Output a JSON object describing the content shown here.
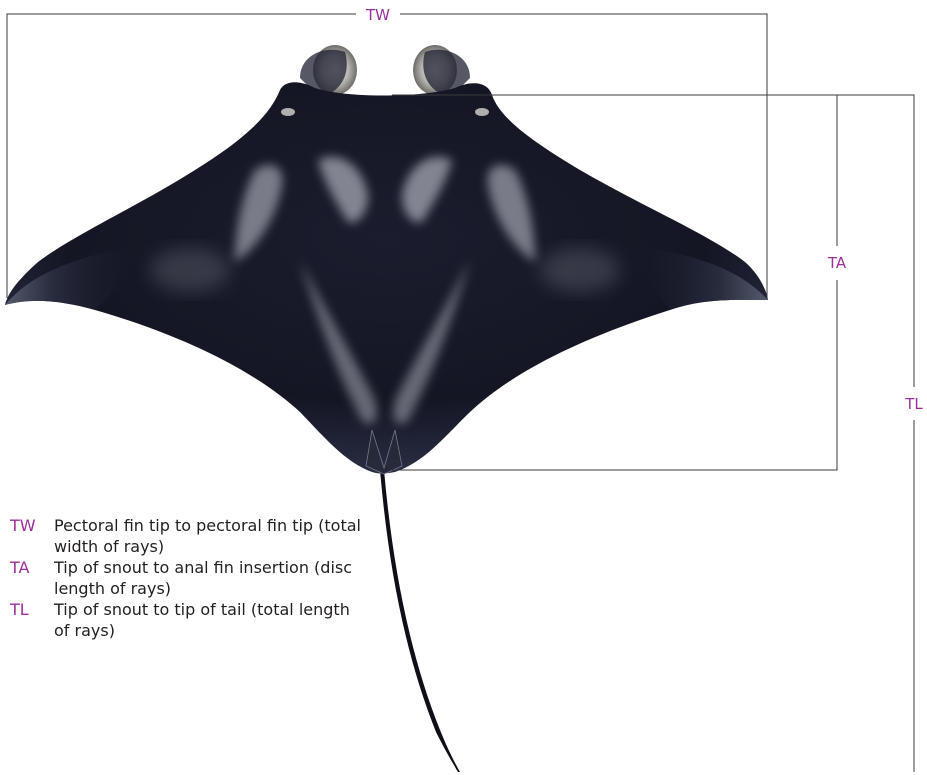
{
  "dimension_labels": {
    "tw": "TW",
    "ta": "TA",
    "tl": "TL"
  },
  "legend": [
    {
      "abbr": "TW",
      "description": "Pectoral fin tip to pectoral fin tip (total width of rays)"
    },
    {
      "abbr": "TA",
      "description": "Tip of snout to anal fin insertion (disc length of rays)"
    },
    {
      "abbr": "TL",
      "description": "Tip of snout to tip of tail (total length of rays)"
    }
  ],
  "colors": {
    "label_accent": "#9b2f9a",
    "body_text": "#231f20",
    "ray_body": "#161827",
    "ray_highlight": "#c9ccd6",
    "measure_line": "#3a3a3a"
  }
}
